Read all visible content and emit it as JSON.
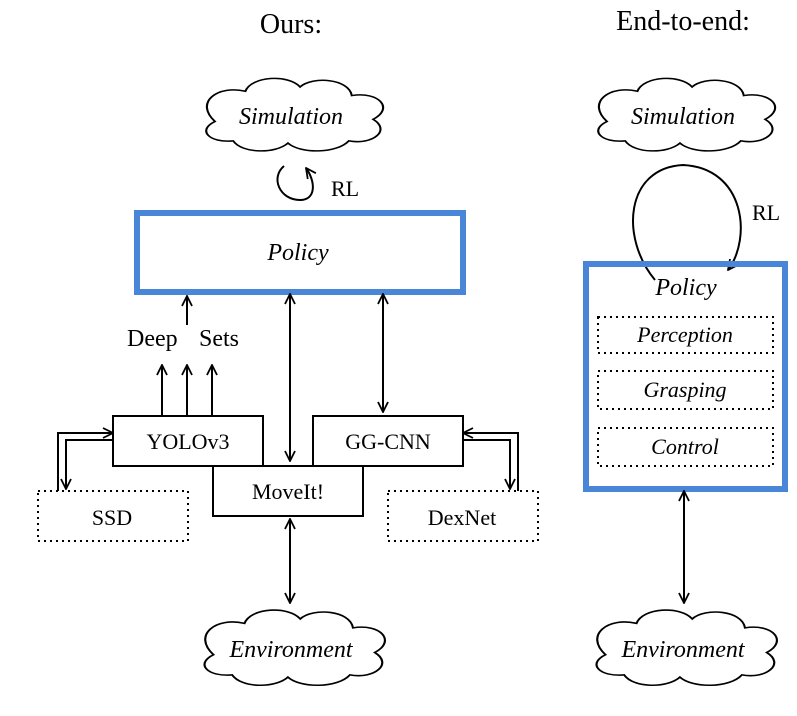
{
  "titles": {
    "left": "Ours:",
    "right": "End-to-end:"
  },
  "left": {
    "simulation": "Simulation",
    "rl": "RL",
    "policy": "Policy",
    "deep": "Deep",
    "sets": "Sets",
    "yolo": "YOLOv3",
    "ggcnn": "GG-CNN",
    "moveit": "MoveIt!",
    "ssd": "SSD",
    "dexnet": "DexNet",
    "environment": "Environment"
  },
  "right": {
    "simulation": "Simulation",
    "rl": "RL",
    "policy": "Policy",
    "perception": "Perception",
    "grasping": "Grasping",
    "control": "Control",
    "environment": "Environment"
  },
  "colors": {
    "policy_border": "#4a86d8"
  }
}
